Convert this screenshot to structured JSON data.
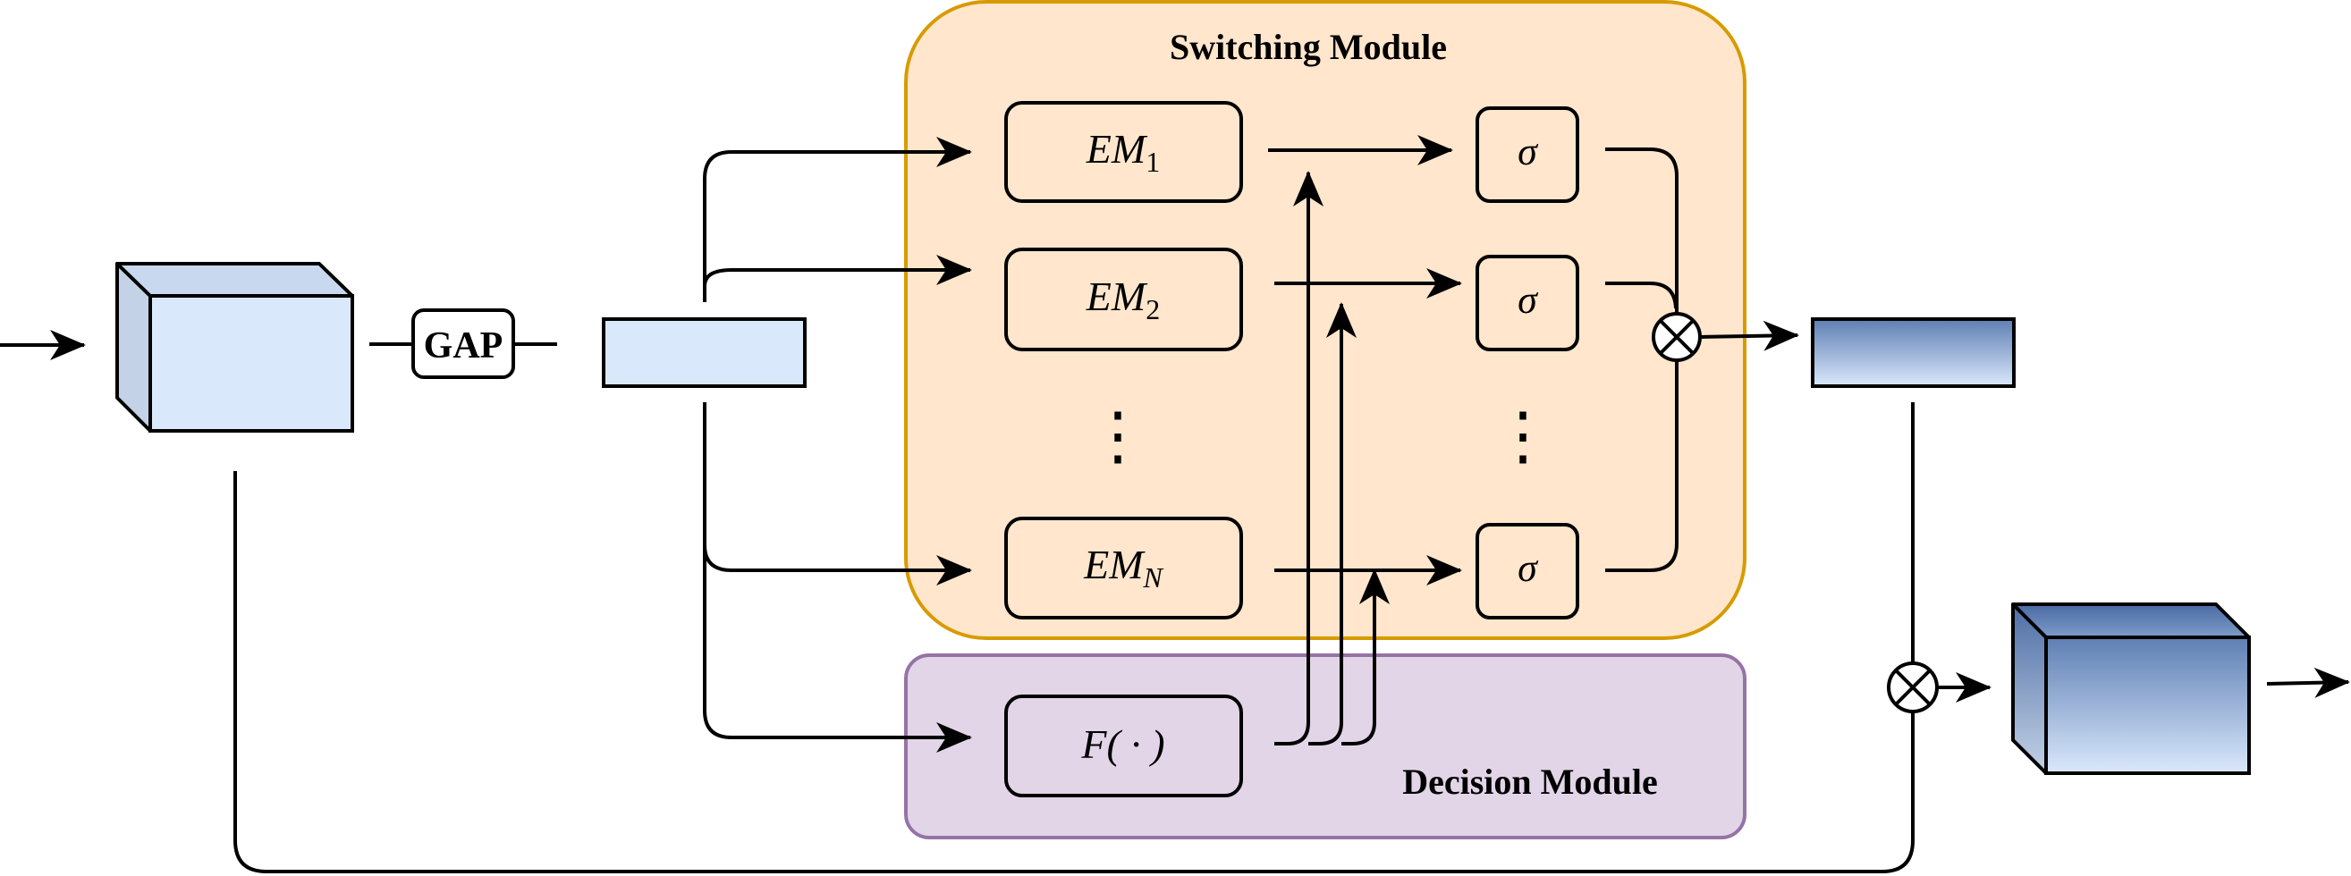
{
  "switching_module": {
    "title": "Switching Module",
    "expert_labels": [
      {
        "base": "EM",
        "sub": "1"
      },
      {
        "base": "EM",
        "sub": "2"
      },
      {
        "base": "EM",
        "sub": "N"
      }
    ],
    "activation_symbol": "σ",
    "ellipsis": "⋮"
  },
  "decision_module": {
    "title": "Decision Module",
    "function_label": "F( · )"
  },
  "gap_label": "GAP",
  "colors": {
    "switching_fill": "#ffe6cc",
    "switching_stroke": "#d79b00",
    "decision_fill": "#e1d5e7",
    "decision_stroke": "#9673a6",
    "feature_fill": "#dae8fc",
    "feature_side": "#c3d2e6",
    "output_top": "#5e7fb3",
    "output_bottom": "#dae8fc"
  },
  "icons": {
    "multiply": "circle-times-icon",
    "arrow": "arrow-head-icon"
  }
}
